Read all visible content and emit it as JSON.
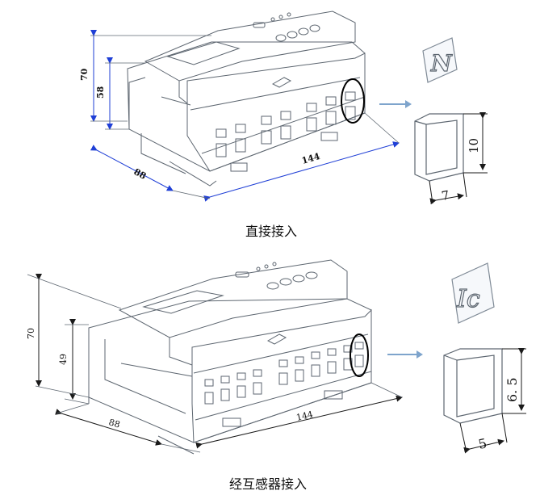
{
  "diagrams": [
    {
      "caption": "直接接入",
      "dims": {
        "height_total": "70",
        "height_body": "58",
        "depth": "88",
        "width": "144"
      },
      "icon_letter": "N",
      "cap": {
        "height": "10",
        "width": "7"
      }
    },
    {
      "caption": "经互感器接入",
      "dims": {
        "height_total": "70",
        "height_body": "49",
        "depth": "88",
        "width": "144"
      },
      "icon_letter": "Ic",
      "cap": {
        "height": "6. 5",
        "width": "5"
      }
    }
  ],
  "colors": {
    "line": "#5d6670",
    "dimension": "#1a1a1a",
    "arrow_blue": "#1f3fd6",
    "arrow_light": "#7ea4cc",
    "highlight": "#000000"
  }
}
